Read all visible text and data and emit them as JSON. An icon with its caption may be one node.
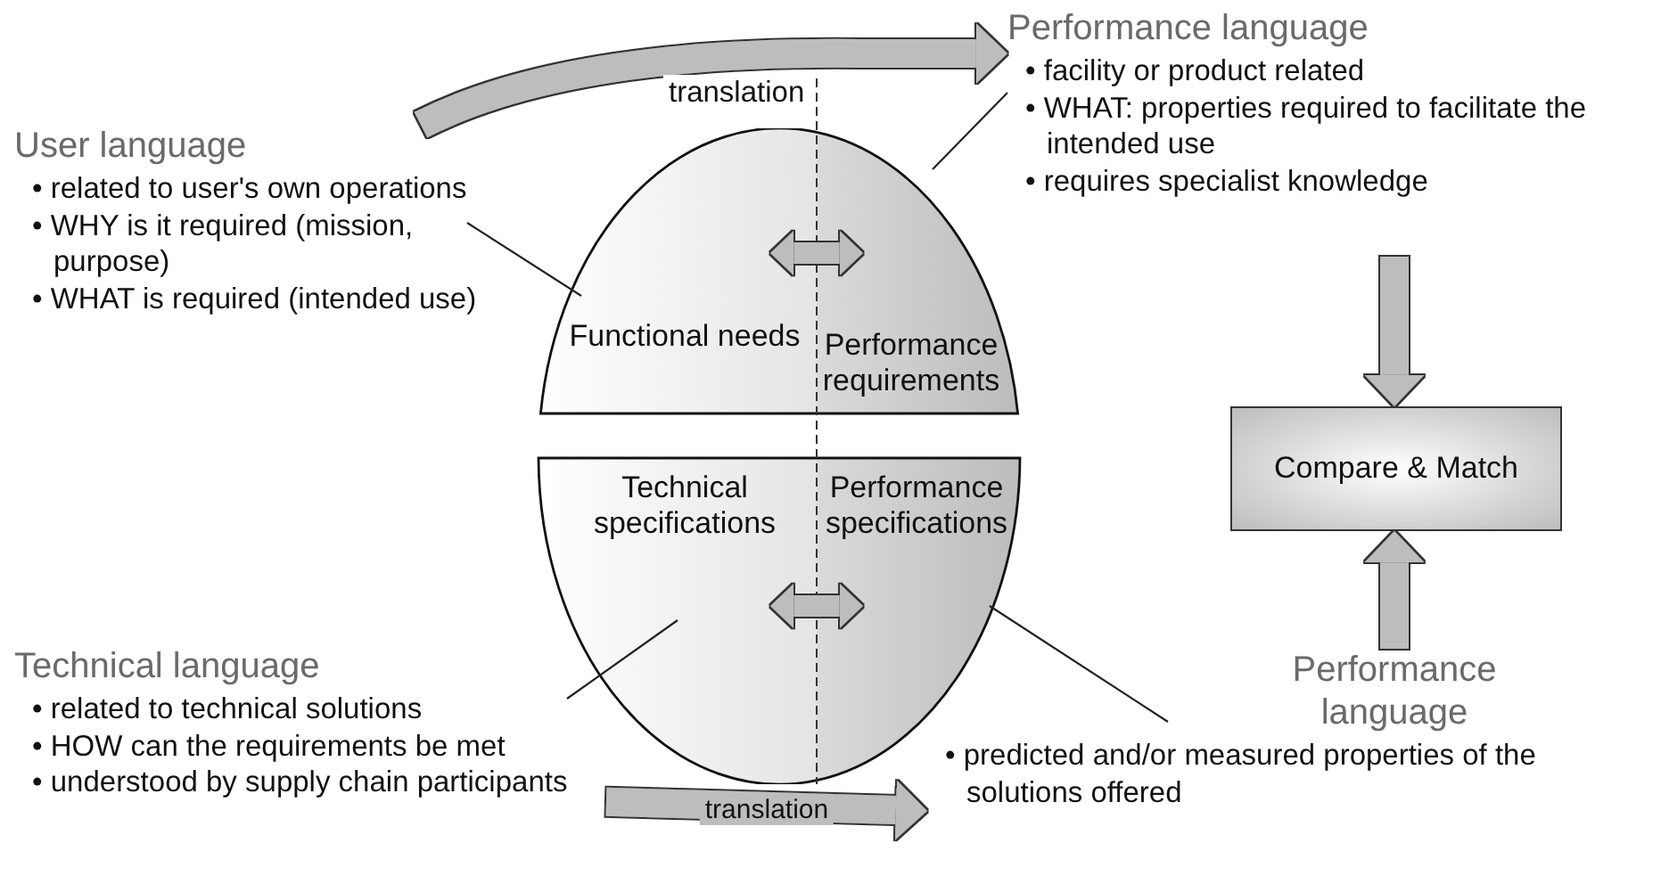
{
  "diagram": {
    "nodes": [
      {
        "text": [
          "User language",
          "• related to user's own operations",
          "• WHY is it required (mission, purpose)",
          "• WHAT is required (intended use)"
        ]
      },
      {
        "text": [
          "Functional needs"
        ]
      },
      {
        "text": [
          "Performance requirements"
        ]
      },
      {
        "text": [
          "Technical specifications"
        ]
      },
      {
        "text": [
          "Performance specifications"
        ]
      },
      {
        "text": [
          "Performance language",
          "• facility or product related",
          "• WHAT: properties required to facilitate the intended use",
          "• requires specialist knowledge"
        ]
      },
      {
        "text": [
          "Technical language",
          "• related to technical solutions",
          "• HOW can the requirements be met",
          "• understood by supply chain participants"
        ]
      },
      {
        "text": [
          "Performance language",
          "• predicted and/or measured properties of the solutions offered"
        ]
      },
      {
        "text": [
          "Compare & Match"
        ]
      }
    ],
    "edges": [
      {
        "from": 0,
        "to": 5,
        "arrow": "to",
        "label": "translation"
      },
      {
        "from": 1,
        "to": 2,
        "arrow": "both"
      },
      {
        "from": 3,
        "to": 4,
        "arrow": "both"
      },
      {
        "from": 6,
        "to": 7,
        "arrow": "to",
        "label": "translation"
      },
      {
        "from": 5,
        "to": 8,
        "arrow": "to"
      },
      {
        "from": 7,
        "to": 8,
        "arrow": "to"
      },
      {
        "from": 0,
        "to": 1,
        "arrow": "none",
        "color": "#222222"
      },
      {
        "from": 5,
        "to": 2,
        "arrow": "none",
        "color": "#222222"
      },
      {
        "from": 6,
        "to": 3,
        "arrow": "none",
        "color": "#222222"
      },
      {
        "from": 7,
        "to": 4,
        "arrow": "none",
        "color": "#222222"
      }
    ]
  }
}
